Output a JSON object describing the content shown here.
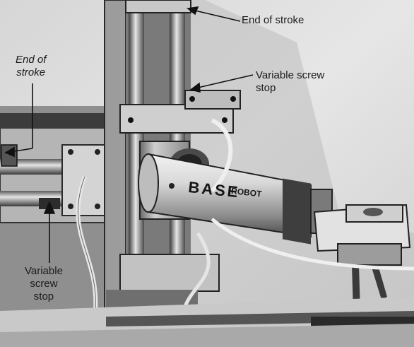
{
  "figure": {
    "annotations": {
      "end_of_stroke_top": "End of stroke",
      "variable_screw_stop_right": "Variable screw\nstop",
      "end_of_stroke_left": "End of\nstroke",
      "variable_screw_stop_left": "Variable\nscrew\nstop"
    },
    "device_markings": {
      "brand_main": "BASE",
      "brand_sub": "ROBOT"
    },
    "colors": {
      "background": "#ffffff",
      "wall": "#dedede",
      "metal_light": "#e8e8e8",
      "metal_mid": "#9a9a9a",
      "metal_dark": "#2a2a2a"
    }
  }
}
